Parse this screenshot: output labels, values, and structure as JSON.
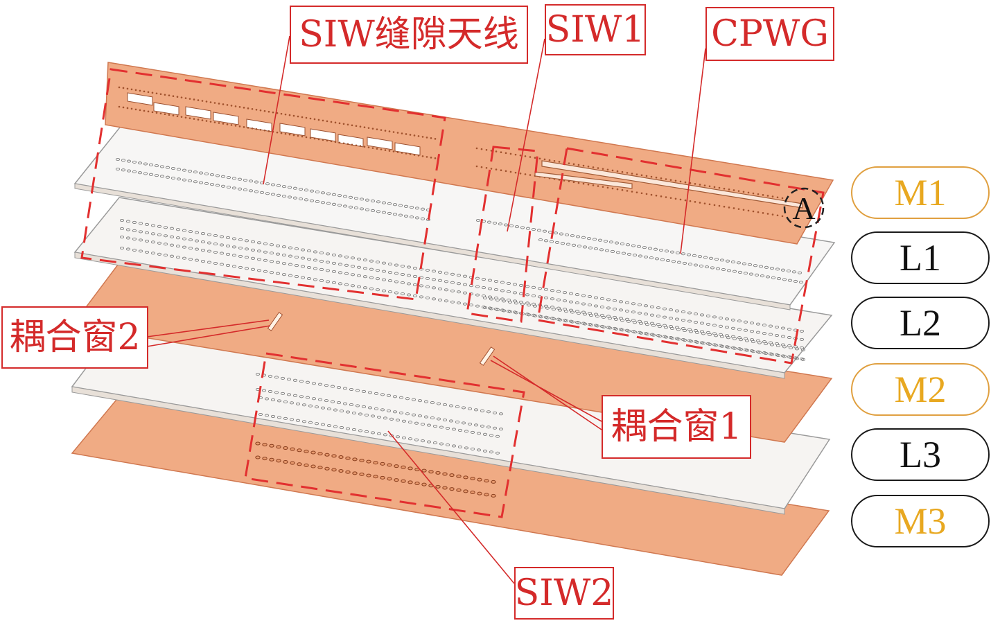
{
  "callouts": {
    "siw_slot_antenna": "SIW缝隙天线",
    "siw1": "SIW1",
    "cpwg": "CPWG",
    "coupling_window_2": "耦合窗2",
    "coupling_window_1": "耦合窗1",
    "siw2": "SIW2",
    "port_a": "A"
  },
  "layers": [
    {
      "label": "M1",
      "kind": "metal"
    },
    {
      "label": "L1",
      "kind": "dielectric"
    },
    {
      "label": "L2",
      "kind": "dielectric"
    },
    {
      "label": "M2",
      "kind": "metal"
    },
    {
      "label": "L3",
      "kind": "dielectric"
    },
    {
      "label": "M3",
      "kind": "metal"
    }
  ],
  "colors": {
    "copper": "#f0ab84",
    "copper_edge": "#d07850",
    "dielectric": "#f6f4f2",
    "annotation_red": "#d42a2a",
    "metal_label": "#e8a820"
  }
}
